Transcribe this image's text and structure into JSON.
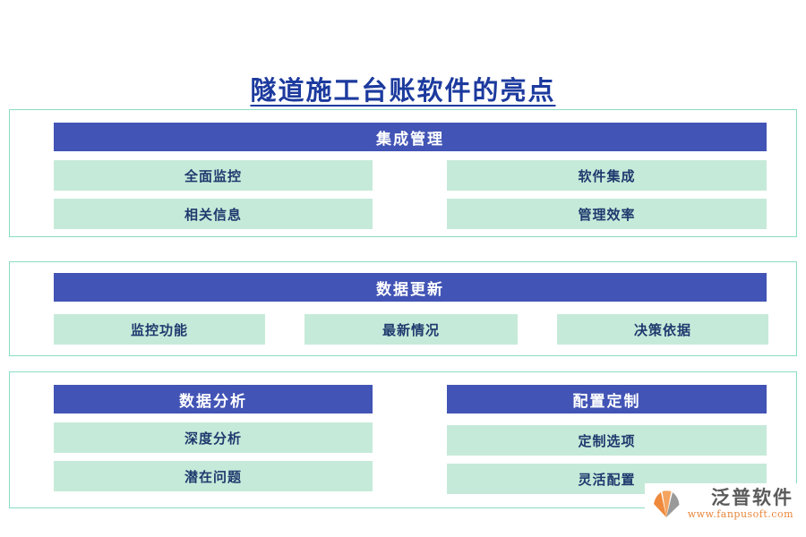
{
  "page": {
    "title": "隧道施工台账软件的亮点"
  },
  "sections": [
    {
      "header": "集成管理",
      "items": [
        "全面监控",
        "软件集成",
        "相关信息",
        "管理效率"
      ]
    },
    {
      "header": "数据更新",
      "items": [
        "监控功能",
        "最新情况",
        "决策依据"
      ]
    },
    {
      "columns": [
        {
          "header": "数据分析",
          "items": [
            "深度分析",
            "潜在问题"
          ]
        },
        {
          "header": "配置定制",
          "items": [
            "定制选项",
            "灵活配置"
          ]
        }
      ]
    }
  ],
  "footer": {
    "brand": "泛普软件",
    "url": "www.fanpusoft.com"
  },
  "colors": {
    "title": "#1c3a9e",
    "header_bg": "#4254b5",
    "header_text": "#ffffff",
    "item_bg": "#c6ead9",
    "item_text": "#1e3a6e",
    "section_border": "#8adcc4",
    "brand_orange": "#e8873b",
    "brand_gray": "#5a5a5a"
  }
}
